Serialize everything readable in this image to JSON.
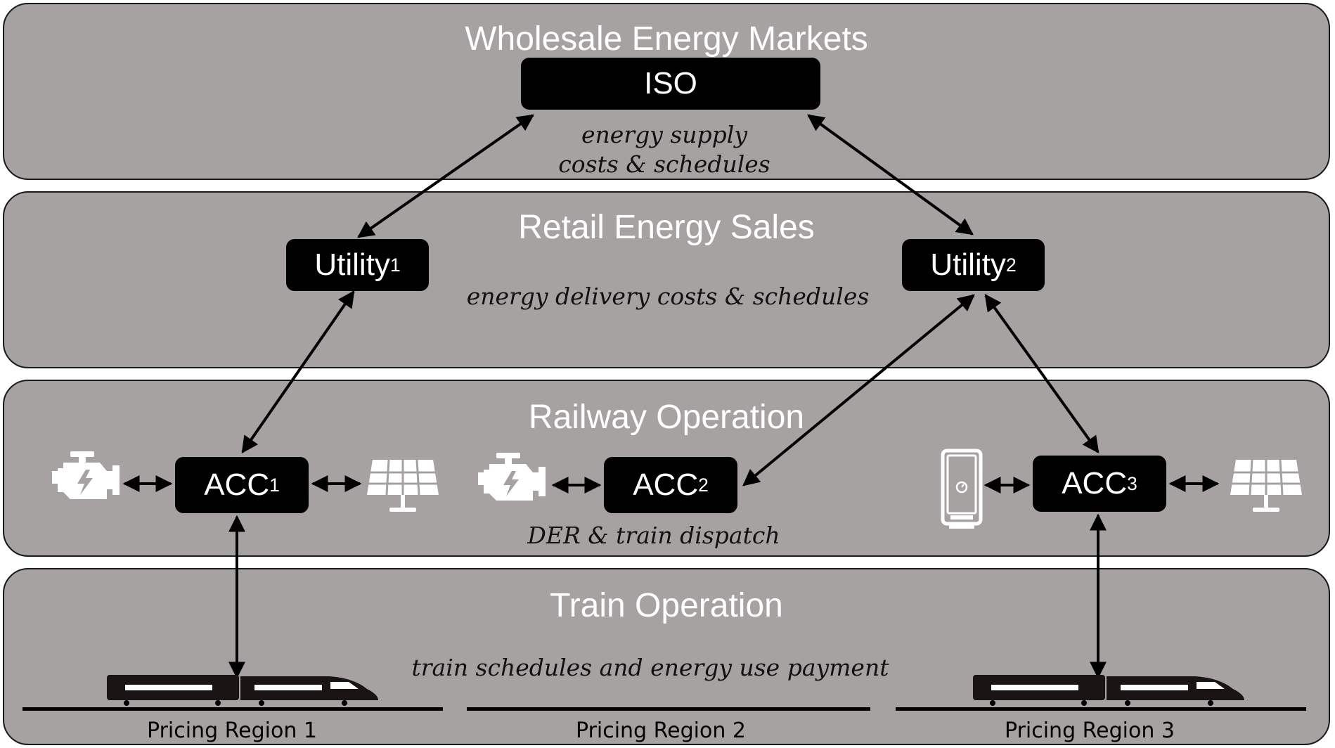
{
  "layers": {
    "wholesale": {
      "title": "Wholesale Energy Markets",
      "desc_line1": "energy supply",
      "desc_line2": "costs & schedules"
    },
    "retail": {
      "title": "Retail Energy Sales",
      "desc": "energy delivery costs & schedules"
    },
    "railway": {
      "title": "Railway Operation",
      "desc": "DER & train dispatch"
    },
    "train": {
      "title": "Train Operation",
      "desc": "train schedules and energy use payment"
    }
  },
  "nodes": {
    "iso": {
      "label": "ISO"
    },
    "utility1": {
      "label": "Utility",
      "sub": "1"
    },
    "utility2": {
      "label": "Utility",
      "sub": "2"
    },
    "acc1": {
      "label": "ACC",
      "sub": "1"
    },
    "acc2": {
      "label": "ACC",
      "sub": "2"
    },
    "acc3": {
      "label": "ACC",
      "sub": "3"
    }
  },
  "regions": [
    "Pricing Region 1",
    "Pricing Region 2",
    "Pricing Region 3"
  ],
  "icons": [
    "engine-icon",
    "solar-panel-icon",
    "battery-storage-icon",
    "train-icon"
  ],
  "colors": {
    "layer_fill": "#a6a2a1",
    "node_fill": "#000000",
    "text_light": "#ffffff"
  }
}
